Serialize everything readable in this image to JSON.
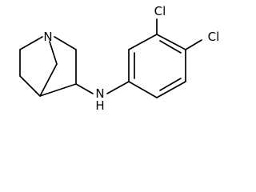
{
  "molecule": {
    "atoms": {
      "ring_n": "N",
      "amine_n": "N",
      "amine_h": "H",
      "chlorine_3": "Cl",
      "chlorine_4": "Cl"
    }
  },
  "colors": {
    "bond": "#000000",
    "label": "#000000",
    "background": "#ffffff"
  }
}
